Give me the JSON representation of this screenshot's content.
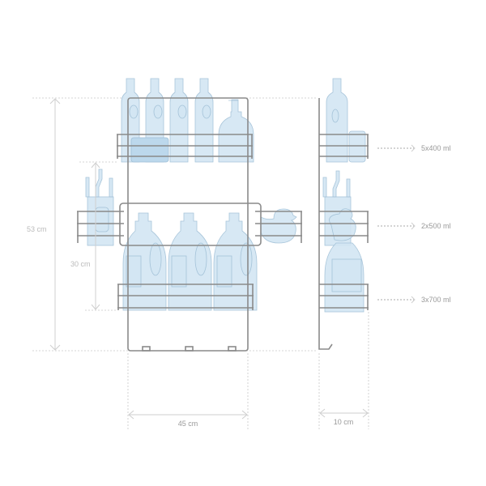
{
  "dimensions": {
    "height_total": "53 cm",
    "height_inner": "30 cm",
    "width": "45 cm",
    "depth": "10 cm"
  },
  "capacities": [
    {
      "label": "5x400 ml"
    },
    {
      "label": "2x500 ml"
    },
    {
      "label": "3x700 ml"
    }
  ],
  "colors": {
    "wire": "#8a8a8a",
    "object_fill": "#d3e6f3",
    "text": "#999999"
  }
}
